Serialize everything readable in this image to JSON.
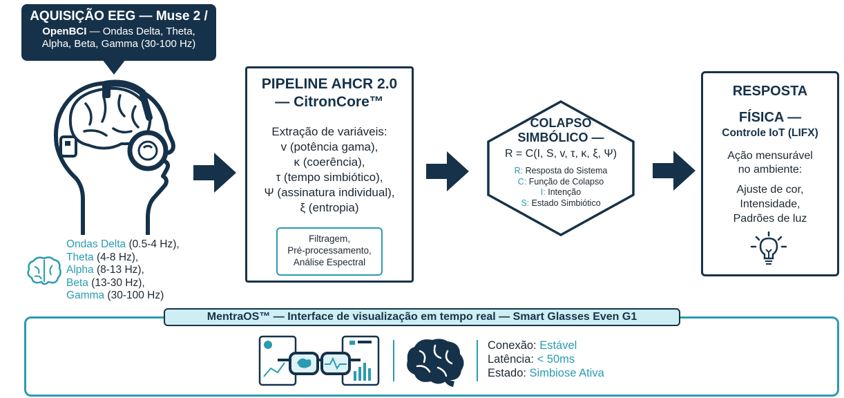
{
  "acquisition": {
    "title": "AQUISIÇÃO EEG — Muse 2 /",
    "line2_bold": "OpenBCI",
    "line2_rest": " — Ondas Delta, Theta,",
    "line3": "Alpha, Beta, Gamma (30-100 Hz)"
  },
  "waves": [
    {
      "name": "Ondas Delta",
      "range": " (0.5-4 Hz),"
    },
    {
      "name": "Theta",
      "range": " (4-8 Hz),"
    },
    {
      "name": "Alpha",
      "range": " (8-13 Hz),"
    },
    {
      "name": "Beta",
      "range": " (13-30 Hz),"
    },
    {
      "name": "Gamma",
      "range": " (30-100 Hz)"
    }
  ],
  "pipeline": {
    "title1": "PIPELINE AHCR 2.0",
    "title2": "— CitronCore™",
    "lines": [
      "Extração de variáveis:",
      "v (potência gama),",
      "κ (coerência),",
      "τ (tempo simbiótico),",
      "Ψ (assinatura individual),",
      "ξ (entropia)"
    ],
    "filter_lines": [
      "Filtragem,",
      "Pré-processamento,",
      "Análise Espectral"
    ]
  },
  "collapse": {
    "title_lines": [
      "COLAPSO",
      "SIMBÓLICO —"
    ],
    "formula": "R = C(I, S, v, τ, κ, ξ, Ψ)",
    "legend": [
      {
        "key": "R:",
        "text": " Resposta do Sistema"
      },
      {
        "key": "C:",
        "text": " Função de Colapso"
      },
      {
        "key": "I:",
        "text": " Intenção"
      },
      {
        "key": "S:",
        "text": " Estado Simbiótico"
      }
    ]
  },
  "response": {
    "title_lines": [
      "RESPOSTA",
      "FÍSICA —"
    ],
    "subtitle": "Controle IoT (LIFX)",
    "body_lines": [
      "Ação mensurável",
      "no ambiente:"
    ],
    "controls": [
      "Ajuste de cor,",
      "Intensidade,",
      "Padrões de luz"
    ]
  },
  "bottom": {
    "title": "MentraOS™ — Interface de visualização em tempo real — Smart Glasses Even G1",
    "status": [
      {
        "label": "Conexão: ",
        "value": "Estável"
      },
      {
        "label": "Latência: ",
        "value": "< 50ms"
      },
      {
        "label": "Estado: ",
        "value": "Simbiose Ativa"
      }
    ]
  },
  "colors": {
    "navy": "#16324a",
    "teal": "#2a9bb0",
    "panel_title_bg": "#cfeef3"
  },
  "icons": [
    "brain-headset-icon",
    "brain-waves-icon",
    "arrow-right-icon",
    "lightbulb-icon",
    "smart-glasses-dashboard-icon",
    "brain-icon"
  ]
}
